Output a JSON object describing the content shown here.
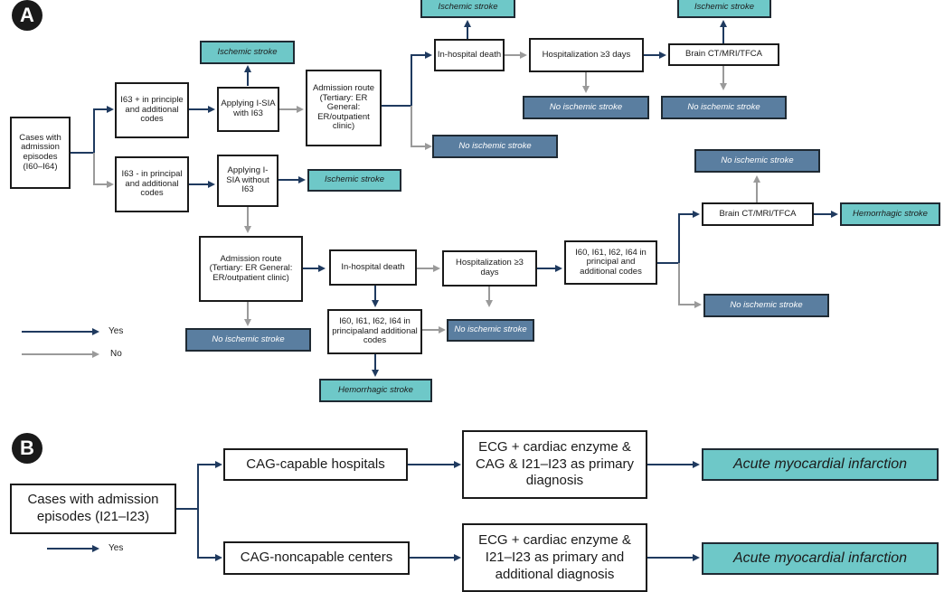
{
  "panel_a": {
    "label": "A",
    "start": "Cases with admission episodes (I60–I64)",
    "in_principal": "I63 + in principle and additional codes",
    "not_in_principal": "I63 - in principal and additional codes",
    "apply_with": "Applying I-SIA with I63",
    "apply_without": "Applying I-SIA without I63",
    "ischemic_top": "Ischemic stroke",
    "ischemic_mid": "Ischemic stroke",
    "admission_route_1": "Admission route (Tertiary: ER General: ER/outpatient clinic)",
    "in_hospital_death_1": "In-hospital death",
    "ischemic_death": "Ischemic stroke",
    "hosp_3days_1": "Hospitalization ≥3 days",
    "no_isch_hosp_1": "No ischemic stroke",
    "brain_ct_1": "Brain CT/MRI/TFCA",
    "ischemic_ct": "Ischemic stroke",
    "no_isch_ct_1": "No ischemic stroke",
    "no_isch_route_1": "No ischemic stroke",
    "admission_route_2": "Admission route (Tertiary: ER General: ER/outpatient clinic)",
    "no_isch_route_2": "No ischemic stroke",
    "in_hospital_death_2": "In-hospital death",
    "codes_death": "I60, I61, I62, I64 in principaland additional codes",
    "no_isch_death_2": "No ischemic stroke",
    "hemorrhagic_death": "Hemorrhagic stroke",
    "hosp_3days_2": "Hospitalization ≥3 days",
    "codes_principal": "I60, I61, I62, I64 in principal and additional codes",
    "brain_ct_2": "Brain CT/MRI/TFCA",
    "no_isch_ct_2": "No ischemic stroke",
    "hemorrhagic_ct": "Hemorrhagic stroke",
    "no_isch_codes": "No ischemic stroke",
    "legend_yes": "Yes",
    "legend_no": "No"
  },
  "panel_b": {
    "label": "B",
    "start": "Cases with admission episodes (I21–I23)",
    "cag_capable": "CAG-capable hospitals",
    "cag_noncapable": "CAG-noncapable centers",
    "criteria_capable": "ECG + cardiac enzyme & CAG & I21–I23 as primary diagnosis",
    "criteria_noncapable": "ECG + cardiac enzyme & I21–I23 as primary and additional diagnosis",
    "ami_1": "Acute myocardial infarction",
    "ami_2": "Acute myocardial infarction",
    "legend_yes": "Yes"
  },
  "colors": {
    "yes_arrow": "#1f3a5f",
    "no_arrow": "#9a9a9a",
    "teal": "#6ec8c8",
    "slate": "#5a7ea0"
  }
}
